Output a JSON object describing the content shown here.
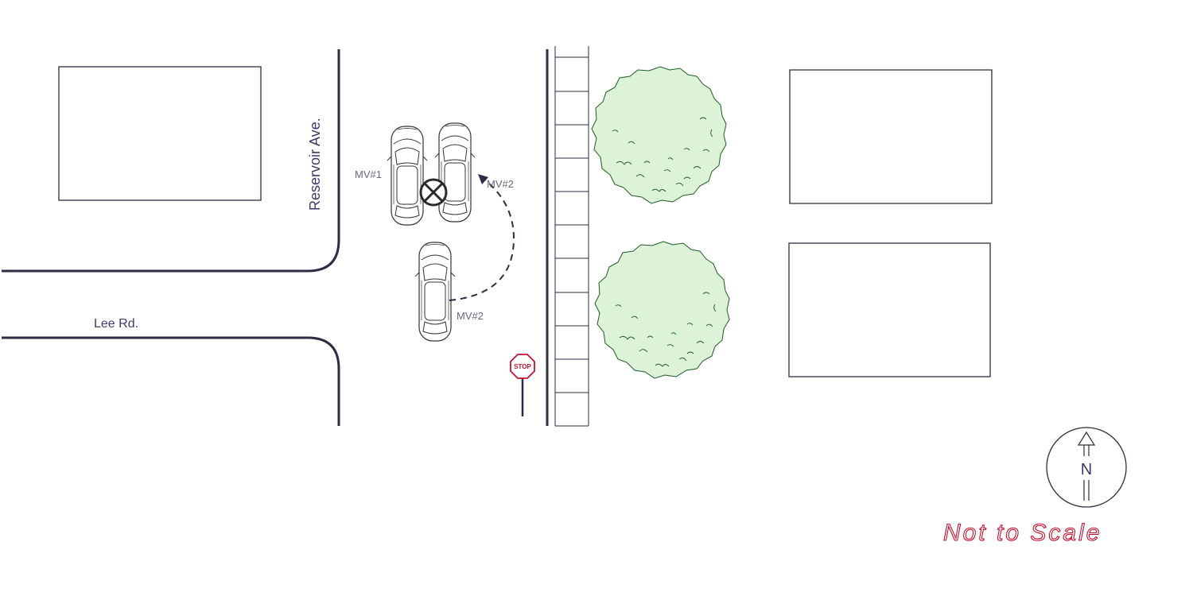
{
  "streets": {
    "vertical_name": "Reservoir Ave.",
    "horizontal_name": "Lee Rd."
  },
  "vehicles": {
    "mv1_label": "MV#1",
    "mv2_label_path": "MV#2",
    "mv2_label_car": "MV#2"
  },
  "sign": {
    "text": "STOP"
  },
  "compass": {
    "letter": "N"
  },
  "scale_note": "Not to Scale",
  "colors": {
    "line": "#2c2c44",
    "tree_fill": "#dcf3d8",
    "tree_stroke": "#1f5a24",
    "stop_red": "#c8102e"
  },
  "icons": [
    "car-icon",
    "impact-x-icon",
    "tree-icon",
    "stop-sign-icon",
    "north-arrow-icon"
  ]
}
